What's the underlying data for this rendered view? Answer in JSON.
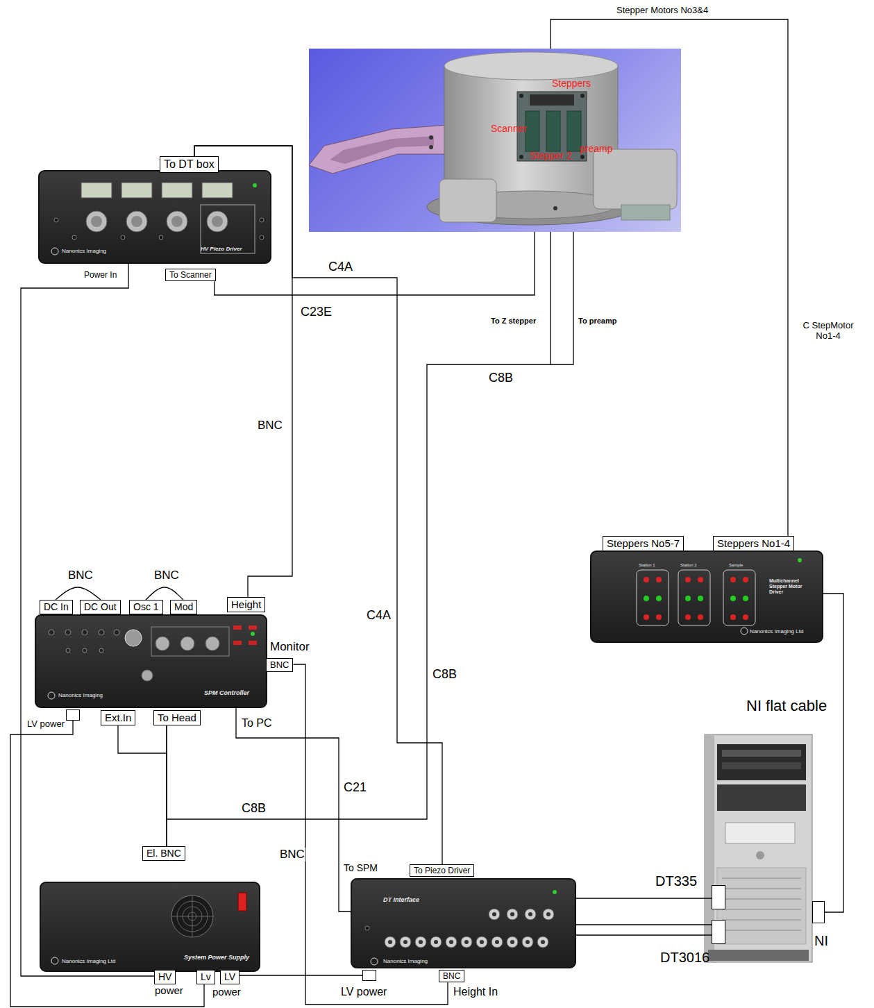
{
  "diagram": {
    "nodes": [
      {
        "text": [
          "Steppers",
          "Scanner",
          "Stepper 2",
          "preamp"
        ]
      },
      {
        "text": [
          "Nanonics Imaging",
          "HV Piezo Driver"
        ]
      },
      {
        "text": [
          "To DT box"
        ]
      },
      {
        "text": [
          "To Scanner"
        ]
      },
      {
        "text": [
          "Nanonics Imaging",
          "SPM Controller"
        ]
      },
      {
        "text": [
          "DC In"
        ]
      },
      {
        "text": [
          "DC Out"
        ]
      },
      {
        "text": [
          "Osc 1"
        ]
      },
      {
        "text": [
          "Mod"
        ]
      },
      {
        "text": [
          "Height"
        ]
      },
      {
        "text": [
          "Monitor",
          "BNC"
        ]
      },
      {
        "text": [
          "LV power"
        ]
      },
      {
        "text": [
          "Ext.In"
        ]
      },
      {
        "text": [
          "To Head"
        ]
      },
      {
        "text": [
          "El. BNC"
        ]
      },
      {
        "text": [
          "Nanonics Imaging Ltd",
          "System Power Supply"
        ]
      },
      {
        "text": [
          "HV",
          "power"
        ]
      },
      {
        "text": [
          "Lv"
        ]
      },
      {
        "text": [
          "LV",
          "power"
        ]
      },
      {
        "text": [
          "DT Interface",
          "Nanonics Imaging"
        ]
      },
      {
        "text": [
          "To Piezo Driver"
        ]
      },
      {
        "text": [
          "LV power"
        ]
      },
      {
        "text": [
          "BNC",
          "Height In"
        ]
      },
      {
        "text": [
          "Station 1",
          "Station 2",
          "Sample",
          "Multichannel Stepper Motor Driver",
          "Nanonics Imaging Ltd"
        ]
      },
      {
        "text": [
          "Steppers No5-7"
        ]
      },
      {
        "text": [
          "Steppers No1-4"
        ]
      },
      {
        "text": [
          "DT335"
        ]
      },
      {
        "text": [
          "DT3016"
        ]
      },
      {
        "text": [
          "NI"
        ]
      }
    ],
    "edges": [
      {
        "from": 2,
        "to": 20,
        "arrow": "none",
        "label": "C4A"
      },
      {
        "from": 9,
        "to": 2,
        "arrow": "none",
        "label": "BNC"
      },
      {
        "from": 3,
        "to": 0,
        "arrow": "none",
        "label": "C23E"
      },
      {
        "from": 0,
        "to": 13,
        "arrow": "none",
        "label": "C8B"
      },
      {
        "from": 12,
        "to": 14,
        "arrow": "none"
      },
      {
        "from": 13,
        "to": 14,
        "arrow": "none"
      },
      {
        "from": 5,
        "to": 6,
        "arrow": "none",
        "label": "BNC"
      },
      {
        "from": 7,
        "to": 8,
        "arrow": "none",
        "label": "BNC"
      },
      {
        "from": 4,
        "to": 19,
        "arrow": "none",
        "label": "C21"
      },
      {
        "from": 10,
        "to": 22,
        "arrow": "none",
        "label": "BNC"
      },
      {
        "from": 25,
        "to": 0,
        "arrow": "none",
        "label": "C StepMotor No1-4"
      },
      {
        "from": 23,
        "to": 28,
        "arrow": "none",
        "label": "NI flat cable"
      },
      {
        "from": 19,
        "to": 26,
        "arrow": "none"
      },
      {
        "from": 19,
        "to": 27,
        "arrow": "none"
      },
      {
        "from": 16,
        "to": 1,
        "arrow": "none"
      },
      {
        "from": 17,
        "to": 11,
        "arrow": "none"
      },
      {
        "from": 18,
        "to": 21,
        "arrow": "none"
      }
    ],
    "labels": [
      "Stepper Motors No3&4",
      "Power In",
      "To Z stepper",
      "To preamp",
      "C4A",
      "C8B",
      "To PC",
      "C8B",
      "To SPM"
    ]
  }
}
